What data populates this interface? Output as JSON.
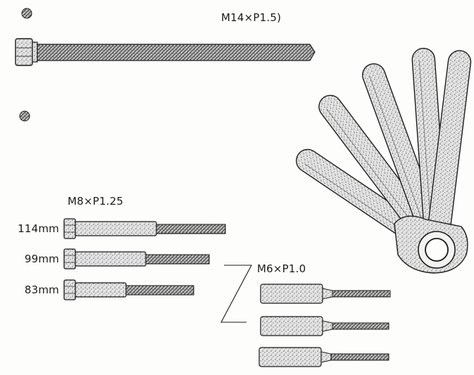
{
  "labels": {
    "m14": "M14×P1.5)",
    "m8": "M8×P1.25",
    "m6": "M6×P1.0"
  },
  "m8_lengths": [
    "114mm",
    "99mm",
    "83mm"
  ],
  "colors": {
    "ink": "#1a1a1a",
    "stipple": "#b9b9b9",
    "paper": "#fdfdfb"
  }
}
